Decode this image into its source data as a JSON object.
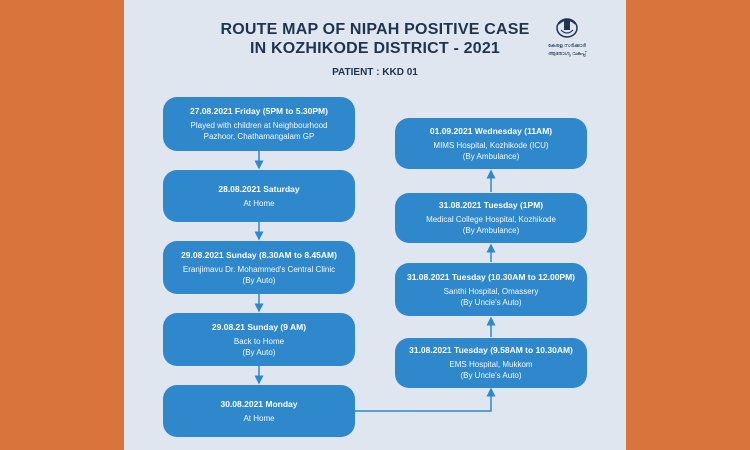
{
  "header": {
    "title_line1": "ROUTE MAP OF NIPAH POSITIVE CASE",
    "title_line2": "IN KOZHIKODE DISTRICT - 2021",
    "patient": "PATIENT : KKD 01",
    "emblem_text_1": "കേരള സർക്കാർ",
    "emblem_text_2": "ആരോഗ്യ വകുപ്പ്"
  },
  "colors": {
    "background": "#d8743c",
    "panel": "#dfe6ef",
    "node": "#2f88cc",
    "text_dark": "#1d3550"
  },
  "left_column": [
    {
      "date": "27.08.2021 Friday (5PM to 5.30PM)",
      "lines": [
        "Played with children at Neighbourhood",
        "Pazhoor, Chathamangalam GP"
      ]
    },
    {
      "date": "28.08.2021 Saturday",
      "lines": [
        "At Home"
      ]
    },
    {
      "date": "29.08.2021 Sunday (8.30AM to 8.45AM)",
      "lines": [
        "Eranjimavu Dr. Mohammed's Central Clinic",
        "(By Auto)"
      ]
    },
    {
      "date": "29.08.21 Sunday (9 AM)",
      "lines": [
        "Back to Home",
        "(By Auto)"
      ]
    },
    {
      "date": "30.08.2021 Monday",
      "lines": [
        "At Home"
      ]
    }
  ],
  "right_column": [
    {
      "date": "01.09.2021 Wednesday (11AM)",
      "lines": [
        "MIMS Hospital, Kozhikode (ICU)",
        "(By Ambulance)"
      ]
    },
    {
      "date": "31.08.2021 Tuesday (1PM)",
      "lines": [
        "Medical College Hospital, Kozhikode",
        "(By Ambulance)"
      ]
    },
    {
      "date": "31.08.2021 Tuesday (10.30AM to 12.00PM)",
      "lines": [
        "Santhi Hospital, Omassery",
        "(By Uncle's Auto)"
      ]
    },
    {
      "date": "31.08.2021 Tuesday (9.58AM to 10.30AM)",
      "lines": [
        "EMS Hospital, Mukkom",
        "(By Uncle's Auto)"
      ]
    }
  ]
}
